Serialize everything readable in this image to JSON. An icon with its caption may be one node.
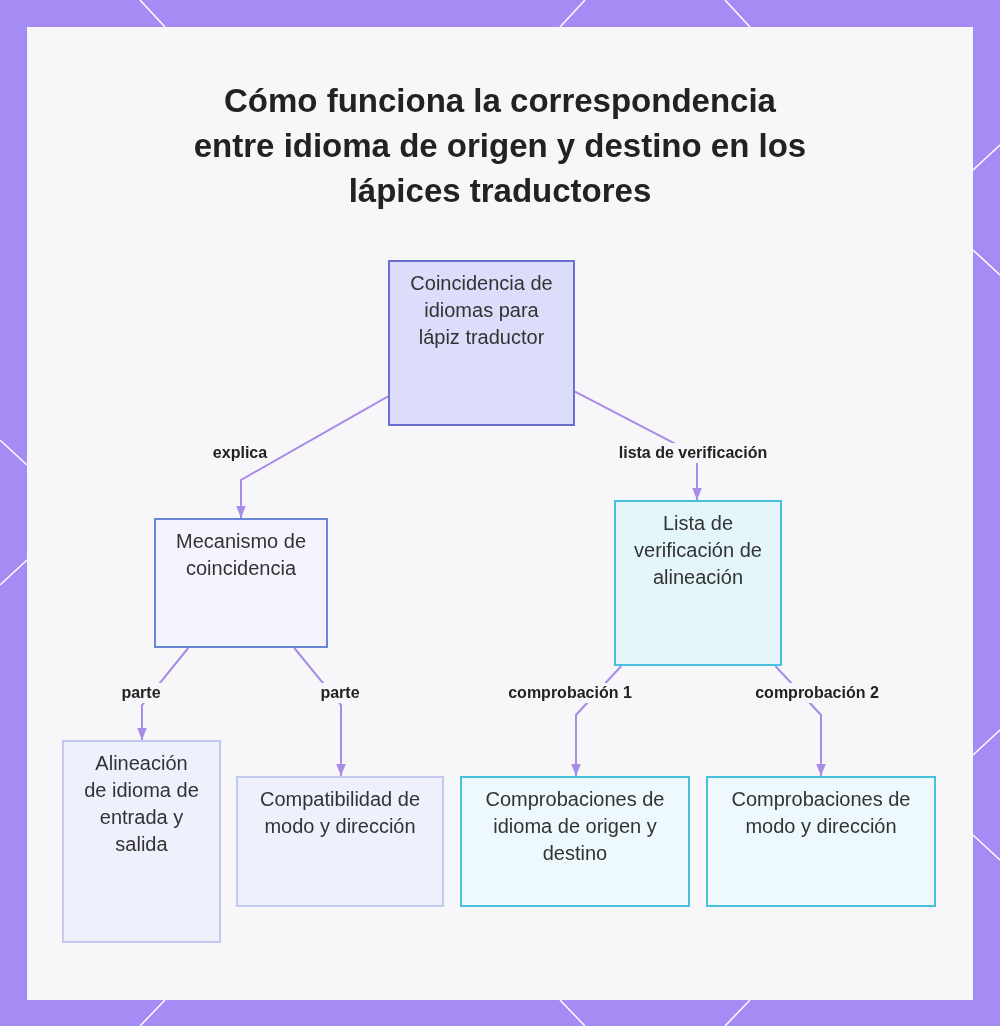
{
  "diagram": {
    "title": "Cómo funciona la correspondencia entre idioma de origen y destino en los lápices traductores",
    "nodes": [
      {
        "text": [
          "Coincidencia de idiomas para lápiz traductor"
        ]
      },
      {
        "text": [
          "Mecanismo de coincidencia"
        ]
      },
      {
        "text": [
          "Lista de verificación de alineación"
        ]
      },
      {
        "text": [
          "Alineación de idioma de entrada y salida"
        ]
      },
      {
        "text": [
          "Compatibilidad de modo y dirección"
        ]
      },
      {
        "text": [
          "Comprobaciones de idioma de origen y destino"
        ]
      },
      {
        "text": [
          "Comprobaciones de modo y dirección"
        ]
      }
    ],
    "edges": [
      {
        "from": 0,
        "to": 1,
        "arrow": "to",
        "label": "explica"
      },
      {
        "from": 0,
        "to": 2,
        "arrow": "to",
        "label": "lista de verificación"
      },
      {
        "from": 1,
        "to": 3,
        "arrow": "to",
        "label": "parte"
      },
      {
        "from": 1,
        "to": 4,
        "arrow": "to",
        "label": "parte"
      },
      {
        "from": 2,
        "to": 5,
        "arrow": "to",
        "label": "comprobación 1"
      },
      {
        "from": 2,
        "to": 6,
        "arrow": "to",
        "label": "comprobación 2"
      }
    ]
  }
}
